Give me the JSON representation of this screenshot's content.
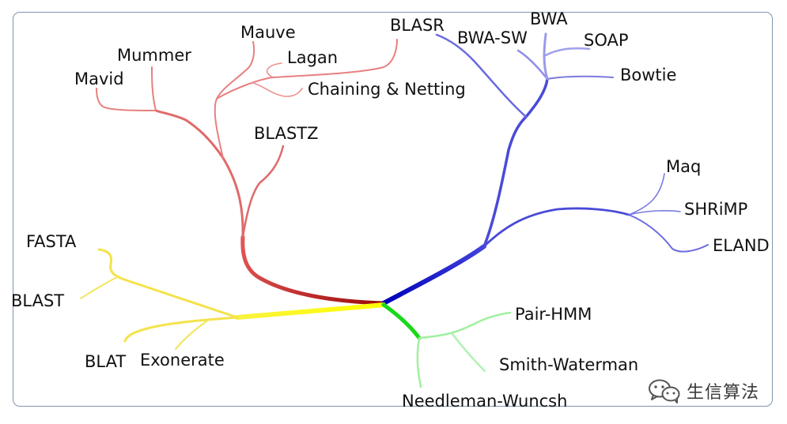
{
  "labels": {
    "mauve": "Mauve",
    "mummer": "Mummer",
    "mavid": "Mavid",
    "lagan": "Lagan",
    "chaining": "Chaining & Netting",
    "blastz": "BLASTZ",
    "blasr": "BLASR",
    "bwa": "BWA",
    "bwa_sw": "BWA-SW",
    "soap": "SOAP",
    "bowtie": "Bowtie",
    "maq": "Maq",
    "shrimp": "SHRiMP",
    "eland": "ELAND",
    "fasta": "FASTA",
    "blast": "BLAST",
    "blat": "BLAT",
    "exonerate": "Exonerate",
    "pair_hmm": "Pair-HMM",
    "smith_waterman": "Smith-Waterman",
    "needleman_wuncsh": "Needleman-Wuncsh"
  },
  "watermark": {
    "text": "生信算法",
    "icon": "wechat-icon"
  },
  "colors": {
    "red_branch": "#e06060",
    "red_dark": "#b31212",
    "blue_branch": "#5050dd",
    "blue_dark": "#1010c8",
    "yellow_branch": "#f0e040",
    "green_branch": "#70e070",
    "green_dark": "#10d010",
    "frame": "#7f95b0"
  }
}
